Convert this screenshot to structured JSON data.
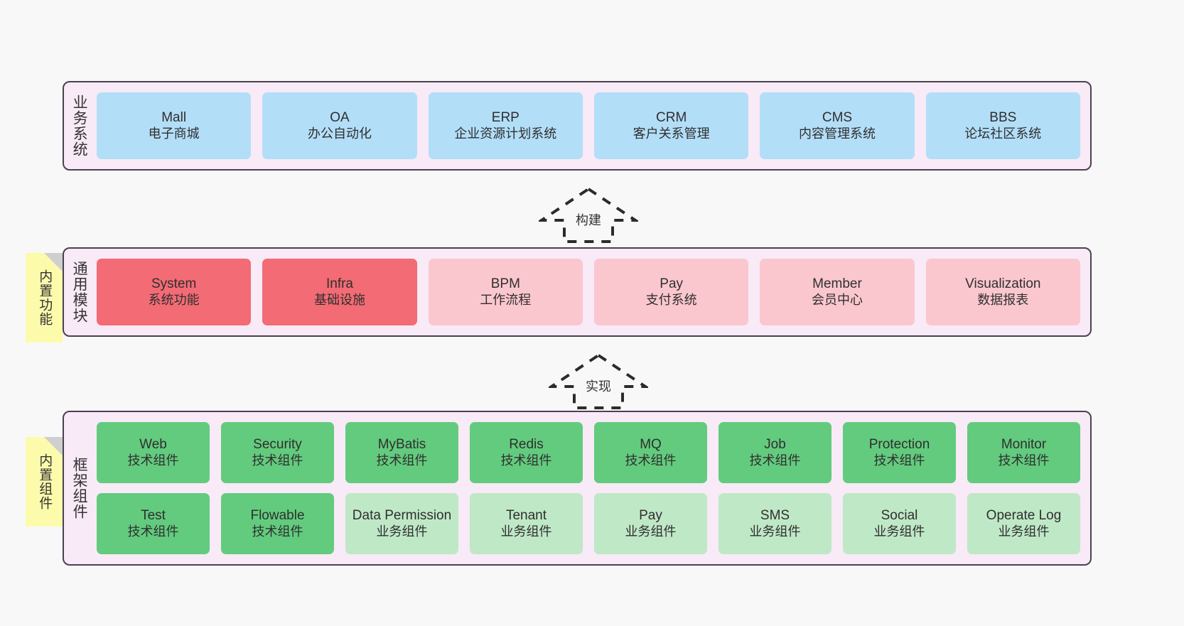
{
  "diagram": {
    "background_color": "#f8f8f8",
    "panel_color": "#f8eaf6",
    "panel_border_color": "#4a4250",
    "sticky_color": "#fcfbab"
  },
  "layers": [
    {
      "id": "business-systems",
      "title": "业务系统",
      "sticky": null,
      "rows": [
        {
          "nodes": [
            {
              "en": "Mall",
              "cn": "电子商城",
              "style": "biz"
            },
            {
              "en": "OA",
              "cn": "办公自动化",
              "style": "biz"
            },
            {
              "en": "ERP",
              "cn": "企业资源计划系统",
              "style": "biz"
            },
            {
              "en": "CRM",
              "cn": "客户关系管理",
              "style": "biz"
            },
            {
              "en": "CMS",
              "cn": "内容管理系统",
              "style": "biz"
            },
            {
              "en": "BBS",
              "cn": "论坛社区系统",
              "style": "biz"
            }
          ]
        }
      ]
    },
    {
      "id": "common-modules",
      "title": "通用模块",
      "sticky": "内置功能",
      "rows": [
        {
          "nodes": [
            {
              "en": "System",
              "cn": "系统功能",
              "style": "mod-on"
            },
            {
              "en": "Infra",
              "cn": "基础设施",
              "style": "mod-on"
            },
            {
              "en": "BPM",
              "cn": "工作流程",
              "style": "mod-off"
            },
            {
              "en": "Pay",
              "cn": "支付系统",
              "style": "mod-off"
            },
            {
              "en": "Member",
              "cn": "会员中心",
              "style": "mod-off"
            },
            {
              "en": "Visualization",
              "cn": "数据报表",
              "style": "mod-off"
            }
          ]
        }
      ]
    },
    {
      "id": "framework-components",
      "title": "框架组件",
      "sticky": "内置组件",
      "rows": [
        {
          "nodes": [
            {
              "en": "Web",
              "cn": "技术组件",
              "style": "comp-on"
            },
            {
              "en": "Security",
              "cn": "技术组件",
              "style": "comp-on"
            },
            {
              "en": "MyBatis",
              "cn": "技术组件",
              "style": "comp-on"
            },
            {
              "en": "Redis",
              "cn": "技术组件",
              "style": "comp-on"
            },
            {
              "en": "MQ",
              "cn": "技术组件",
              "style": "comp-on"
            },
            {
              "en": "Job",
              "cn": "技术组件",
              "style": "comp-on"
            },
            {
              "en": "Protection",
              "cn": "技术组件",
              "style": "comp-on"
            },
            {
              "en": "Monitor",
              "cn": "技术组件",
              "style": "comp-on"
            }
          ]
        },
        {
          "nodes": [
            {
              "en": "Test",
              "cn": "技术组件",
              "style": "comp-on"
            },
            {
              "en": "Flowable",
              "cn": "技术组件",
              "style": "comp-on"
            },
            {
              "en": "Data Permission",
              "cn": "业务组件",
              "style": "comp-off"
            },
            {
              "en": "Tenant",
              "cn": "业务组件",
              "style": "comp-off"
            },
            {
              "en": "Pay",
              "cn": "业务组件",
              "style": "comp-off"
            },
            {
              "en": "SMS",
              "cn": "业务组件",
              "style": "comp-off"
            },
            {
              "en": "Social",
              "cn": "业务组件",
              "style": "comp-off"
            },
            {
              "en": "Operate Log",
              "cn": "业务组件",
              "style": "comp-off"
            }
          ]
        }
      ]
    }
  ],
  "connectors": [
    {
      "id": "build",
      "label": "构建"
    },
    {
      "id": "implement",
      "label": "实现"
    }
  ]
}
